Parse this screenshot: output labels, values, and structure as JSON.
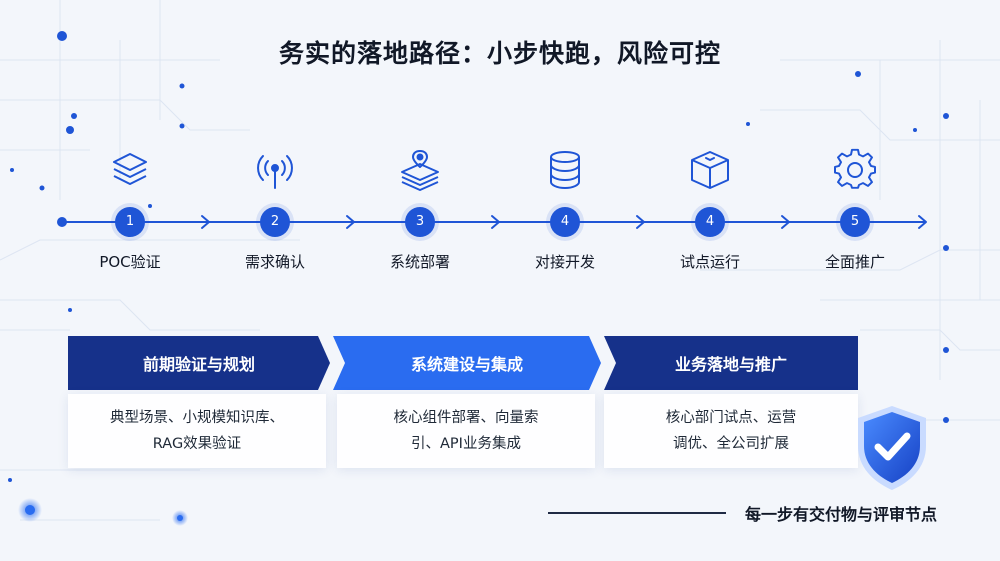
{
  "title": "务实的落地路径：小步快跑，风险可控",
  "steps": [
    {
      "number": "1",
      "label": "POC验证",
      "icon": "layers-icon"
    },
    {
      "number": "2",
      "label": "需求确认",
      "icon": "broadcast-antenna-icon"
    },
    {
      "number": "3",
      "label": "系统部署",
      "icon": "map-pin-stack-icon"
    },
    {
      "number": "4",
      "label": "对接开发",
      "icon": "database-icon"
    },
    {
      "number": "4",
      "label": "试点运行",
      "icon": "box-icon"
    },
    {
      "number": "5",
      "label": "全面推广",
      "icon": "gear-icon"
    }
  ],
  "phases": [
    {
      "title": "前期验证与规划",
      "line1": "典型场景、小规模知识库、",
      "line2": "RAG效果验证"
    },
    {
      "title": "系统建设与集成",
      "line1": "核心组件部署、向量索",
      "line2": "引、API业务集成"
    },
    {
      "title": "业务落地与推广",
      "line1": "核心部门试点、运营",
      "line2": "调优、全公司扩展"
    }
  ],
  "footer": "每一步有交付物与评审节点",
  "colors": {
    "primary": "#1f55d6",
    "dark_blue": "#16318a",
    "bright_blue": "#2a6cf0",
    "background": "#f3f6fb"
  }
}
